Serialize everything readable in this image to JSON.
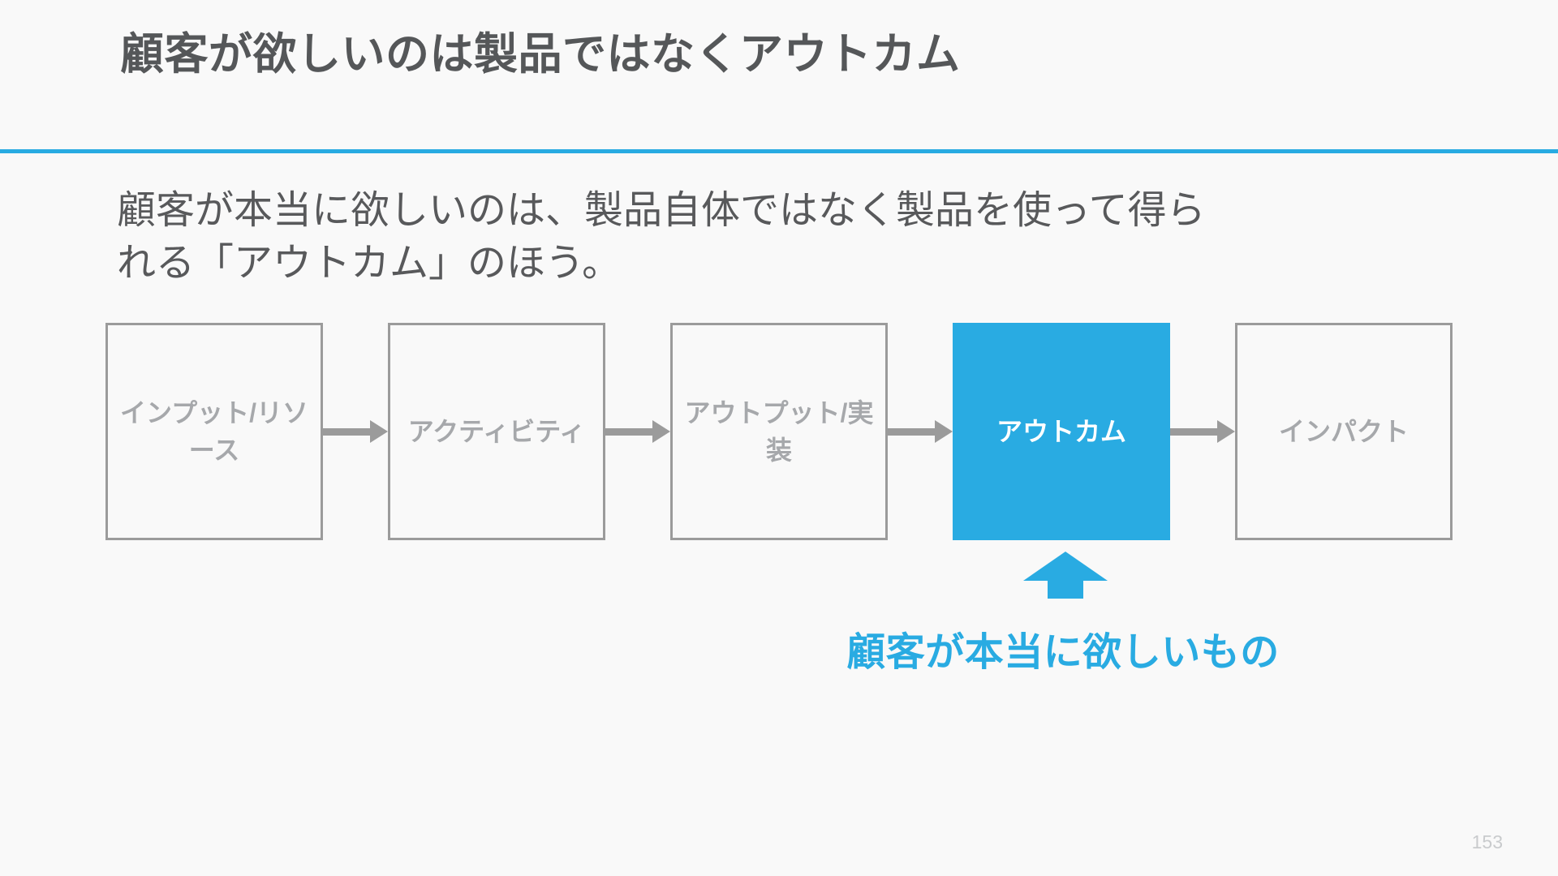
{
  "slide": {
    "title": "顧客が欲しいのは製品ではなくアウトカム",
    "body_line_1": "顧客が本当に欲しいのは、製品自体ではなく製品を使って得ら",
    "body_line_2": "れる「アウトカム」のほう。",
    "page_number": "153",
    "accent_color": "#29abe2",
    "text_color": "#58595b",
    "box_border_color": "#9b9b9b",
    "box_label_color": "#a6a8ab",
    "background_color": "#f9f9f9"
  },
  "flow": {
    "boxes": [
      {
        "label": "インプット/リソース",
        "highlight": false
      },
      {
        "label": "アクティビティ",
        "highlight": false
      },
      {
        "label": "アウトプット/実装",
        "highlight": false
      },
      {
        "label": "アウトカム",
        "highlight": true
      },
      {
        "label": "インパクト",
        "highlight": false
      }
    ],
    "arrow_icon": "arrow-right-icon"
  },
  "callout": {
    "arrow_icon": "arrow-up-icon",
    "text": "顧客が本当に欲しいもの"
  }
}
